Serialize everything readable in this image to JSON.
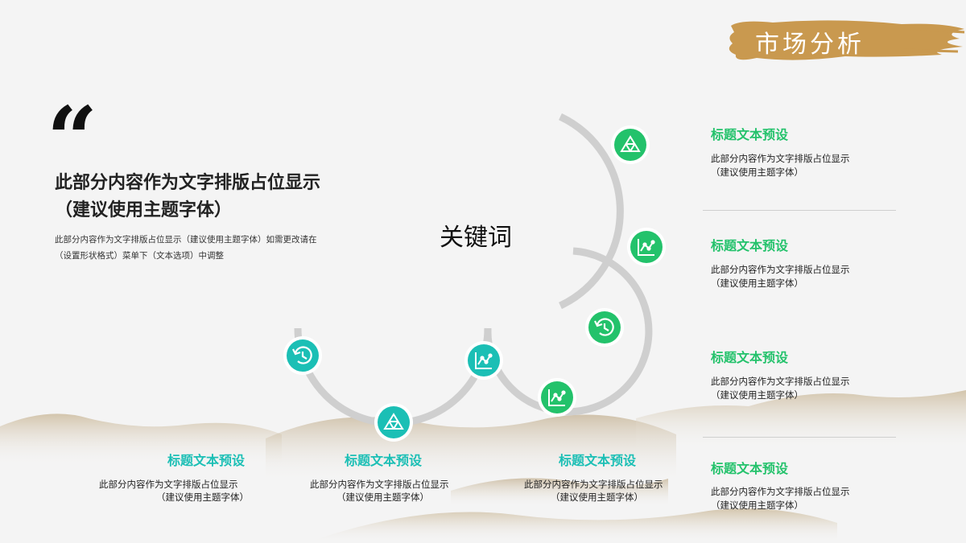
{
  "header": {
    "title": "市场分析"
  },
  "quote": {
    "mark": "“",
    "title_line1": "此部分内容作为文字排版占位显示",
    "title_line2": "（建议使用主题字体）",
    "desc_line1": "此部分内容作为文字排版占位显示（建议使用主题字体）如需更改请在",
    "desc_line2": "（设置形状格式）菜单下（文本选项）中调整"
  },
  "keyword": "关键词",
  "right_cards": [
    {
      "title": "标题文本预设",
      "desc1": "此部分内容作为文字排版占位显示",
      "desc2": "（建议使用主题字体）"
    },
    {
      "title": "标题文本预设",
      "desc1": "此部分内容作为文字排版占位显示",
      "desc2": "（建议使用主题字体）"
    },
    {
      "title": "标题文本预设",
      "desc1": "此部分内容作为文字排版占位显示",
      "desc2": "（建议使用主题字体）"
    },
    {
      "title": "标题文本预设",
      "desc1": "此部分内容作为文字排版占位显示",
      "desc2": "（建议使用主题字体）"
    }
  ],
  "bottom_cards": [
    {
      "title": "标题文本预设",
      "desc1": "此部分内容作为文字排版占位显示",
      "desc2": "（建议使用主题字体）"
    },
    {
      "title": "标题文本预设",
      "desc1": "此部分内容作为文字排版占位显示",
      "desc2": "（建议使用主题字体）"
    },
    {
      "title": "标题文本预设",
      "desc1": "此部分内容作为文字排版占位显示",
      "desc2": "（建议使用主题字体）"
    }
  ],
  "icons": [
    {
      "name": "triangle-icon",
      "color": "#23c26b"
    },
    {
      "name": "chart-icon",
      "color": "#23c26b"
    },
    {
      "name": "history-icon",
      "color": "#23c26b"
    },
    {
      "name": "chart-icon",
      "color": "#23c26b"
    },
    {
      "name": "chart-icon",
      "color": "#1bbfb5"
    },
    {
      "name": "triangle-icon",
      "color": "#1bbfb5"
    },
    {
      "name": "history-icon",
      "color": "#1bbfb5"
    }
  ],
  "colors": {
    "green": "#23c26b",
    "teal": "#1bbfb5",
    "brush": "#c9994f",
    "arc": "#cfcfcf"
  }
}
